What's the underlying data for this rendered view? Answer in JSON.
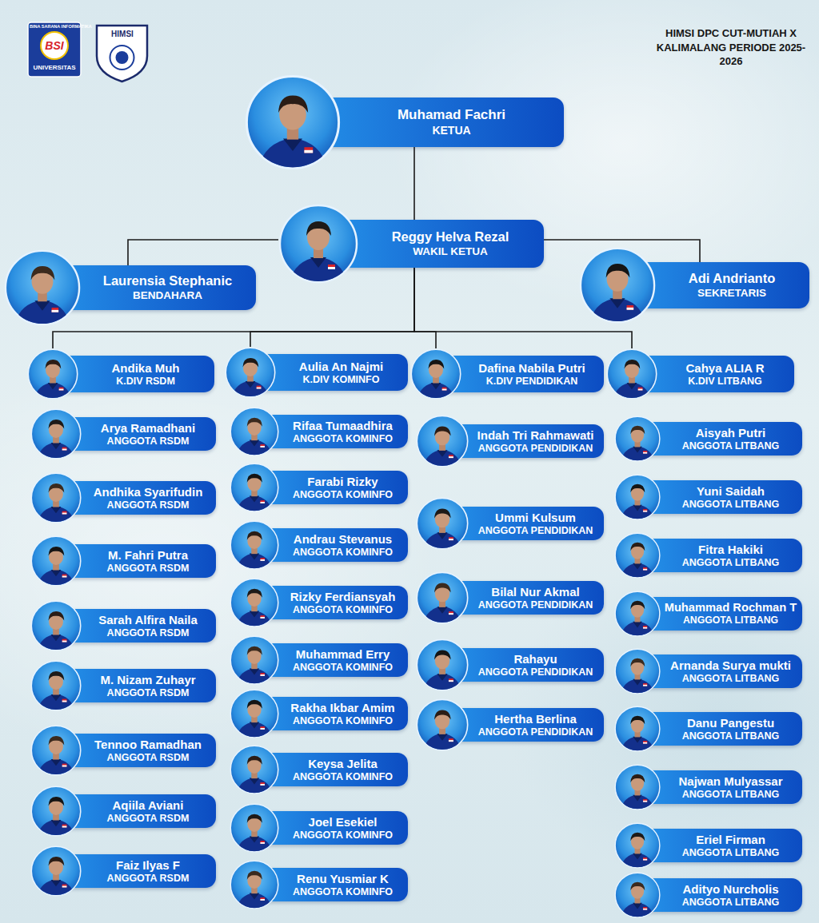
{
  "diagram": {
    "title": "HIMSI DPC CUT-MUTIAH X KALIMALANG PERIODE 2025-2026",
    "nodes": [
      {
        "text": [
          "Muhamad Fachri",
          "KETUA"
        ]
      },
      {
        "text": [
          "Reggy Helva Rezal",
          "WAKIL KETUA"
        ]
      },
      {
        "text": [
          "Laurensia Stephanic",
          "BENDAHARA"
        ]
      },
      {
        "text": [
          "Adi Andrianto",
          "SEKRETARIS"
        ]
      },
      {
        "text": [
          "Andika Muh",
          "K.DIV RSDM"
        ]
      },
      {
        "text": [
          "Arya Ramadhani",
          "ANGGOTA RSDM"
        ]
      },
      {
        "text": [
          "Andhika Syarifudin",
          "ANGGOTA RSDM"
        ]
      },
      {
        "text": [
          "M. Fahri Putra",
          "ANGGOTA RSDM"
        ]
      },
      {
        "text": [
          "Sarah Alfira Naila",
          "ANGGOTA RSDM"
        ]
      },
      {
        "text": [
          "M. Nizam Zuhayr",
          "ANGGOTA RSDM"
        ]
      },
      {
        "text": [
          "Tennoo Ramadhan",
          "ANGGOTA RSDM"
        ]
      },
      {
        "text": [
          "Aqiila Aviani",
          "ANGGOTA RSDM"
        ]
      },
      {
        "text": [
          "Faiz Ilyas F",
          "ANGGOTA RSDM"
        ]
      },
      {
        "text": [
          "Aulia An Najmi",
          "K.DIV KOMINFO"
        ]
      },
      {
        "text": [
          "Rifaa Tumaadhira",
          "ANGGOTA KOMINFO"
        ]
      },
      {
        "text": [
          "Farabi Rizky",
          "ANGGOTA KOMINFO"
        ]
      },
      {
        "text": [
          "Andrau Stevanus",
          "ANGGOTA KOMINFO"
        ]
      },
      {
        "text": [
          "Rizky Ferdiansyah",
          "ANGGOTA KOMINFO"
        ]
      },
      {
        "text": [
          "Muhammad Erry",
          "ANGGOTA KOMINFO"
        ]
      },
      {
        "text": [
          "Rakha Ikbar Amim",
          "ANGGOTA KOMINFO"
        ]
      },
      {
        "text": [
          "Keysa Jelita",
          "ANGGOTA KOMINFO"
        ]
      },
      {
        "text": [
          "Joel Esekiel",
          "ANGGOTA KOMINFO"
        ]
      },
      {
        "text": [
          "Renu Yusmiar K",
          "ANGGOTA KOMINFO"
        ]
      },
      {
        "text": [
          "Dafina Nabila Putri",
          "K.DIV PENDIDIKAN"
        ]
      },
      {
        "text": [
          "Indah Tri Rahmawati",
          "ANGGOTA PENDIDIKAN"
        ]
      },
      {
        "text": [
          "Ummi Kulsum",
          "ANGGOTA PENDIDIKAN"
        ]
      },
      {
        "text": [
          "Bilal Nur Akmal",
          "ANGGOTA PENDIDIKAN"
        ]
      },
      {
        "text": [
          "Rahayu",
          "ANGGOTA PENDIDIKAN"
        ]
      },
      {
        "text": [
          "Hertha Berlina",
          "ANGGOTA PENDIDIKAN"
        ]
      },
      {
        "text": [
          "Cahya ALIA R",
          "K.DIV LITBANG"
        ]
      },
      {
        "text": [
          "Aisyah Putri",
          "ANGGOTA LITBANG"
        ]
      },
      {
        "text": [
          "Yuni Saidah",
          "ANGGOTA LITBANG"
        ]
      },
      {
        "text": [
          "Fitra Hakiki",
          "ANGGOTA LITBANG"
        ]
      },
      {
        "text": [
          "Muhammad Rochman T",
          "ANGGOTA LITBANG"
        ]
      },
      {
        "text": [
          "Arnanda Surya mukti",
          "ANGGOTA LITBANG"
        ]
      },
      {
        "text": [
          "Danu Pangestu",
          "ANGGOTA LITBANG"
        ]
      },
      {
        "text": [
          "Najwan Mulyassar",
          "ANGGOTA LITBANG"
        ]
      },
      {
        "text": [
          "Eriel Firman",
          "ANGGOTA LITBANG"
        ]
      },
      {
        "text": [
          "Adityo Nurcholis",
          "ANGGOTA LITBANG"
        ]
      }
    ],
    "edges": [
      {
        "from": 0,
        "to": 1,
        "arrow": "none"
      },
      {
        "from": 1,
        "to": 2,
        "arrow": "none"
      },
      {
        "from": 1,
        "to": 3,
        "arrow": "none"
      },
      {
        "from": 1,
        "to": 4,
        "arrow": "none"
      },
      {
        "from": 1,
        "to": 13,
        "arrow": "none"
      },
      {
        "from": 1,
        "to": 23,
        "arrow": "none"
      },
      {
        "from": 1,
        "to": 29,
        "arrow": "none"
      }
    ],
    "labels": [
      "BINA SARANA INFORMATIKA",
      "BSI",
      "UNIVERSITAS",
      "HIMSI"
    ]
  }
}
